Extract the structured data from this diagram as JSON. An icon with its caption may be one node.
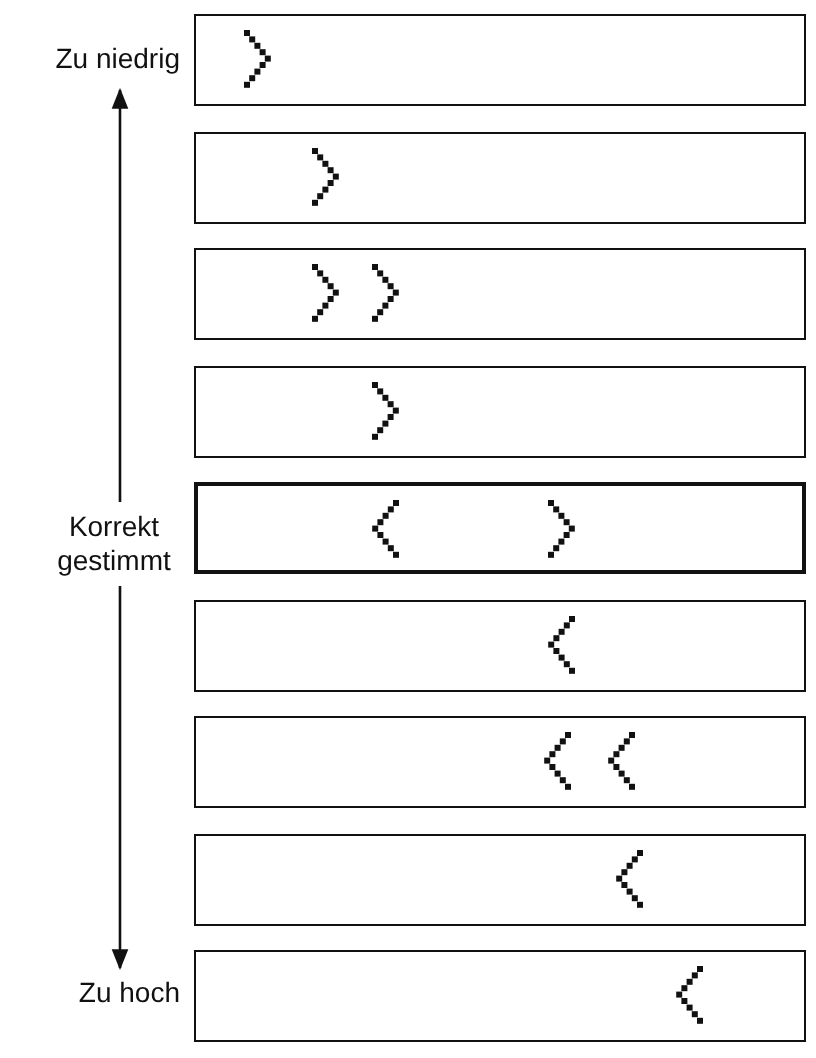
{
  "diagram": {
    "nodes": [
      {
        "text": [
          "Zu niedrig"
        ]
      },
      {
        "text": [
          "Korrekt gestimmt"
        ]
      },
      {
        "text": [
          "Zu hoch"
        ]
      },
      {
        "text": [],
        "shape": "box"
      },
      {
        "text": [],
        "shape": "box"
      },
      {
        "text": [],
        "shape": "box"
      },
      {
        "text": [],
        "shape": "box"
      },
      {
        "text": [],
        "shape": "box"
      },
      {
        "text": [],
        "shape": "box"
      },
      {
        "text": [],
        "shape": "box"
      },
      {
        "text": [],
        "shape": "box"
      },
      {
        "text": [],
        "shape": "box"
      }
    ],
    "edges": [
      {
        "from": 1,
        "to": 0,
        "arrow": "to"
      },
      {
        "from": 1,
        "to": 2,
        "arrow": "to"
      }
    ]
  }
}
